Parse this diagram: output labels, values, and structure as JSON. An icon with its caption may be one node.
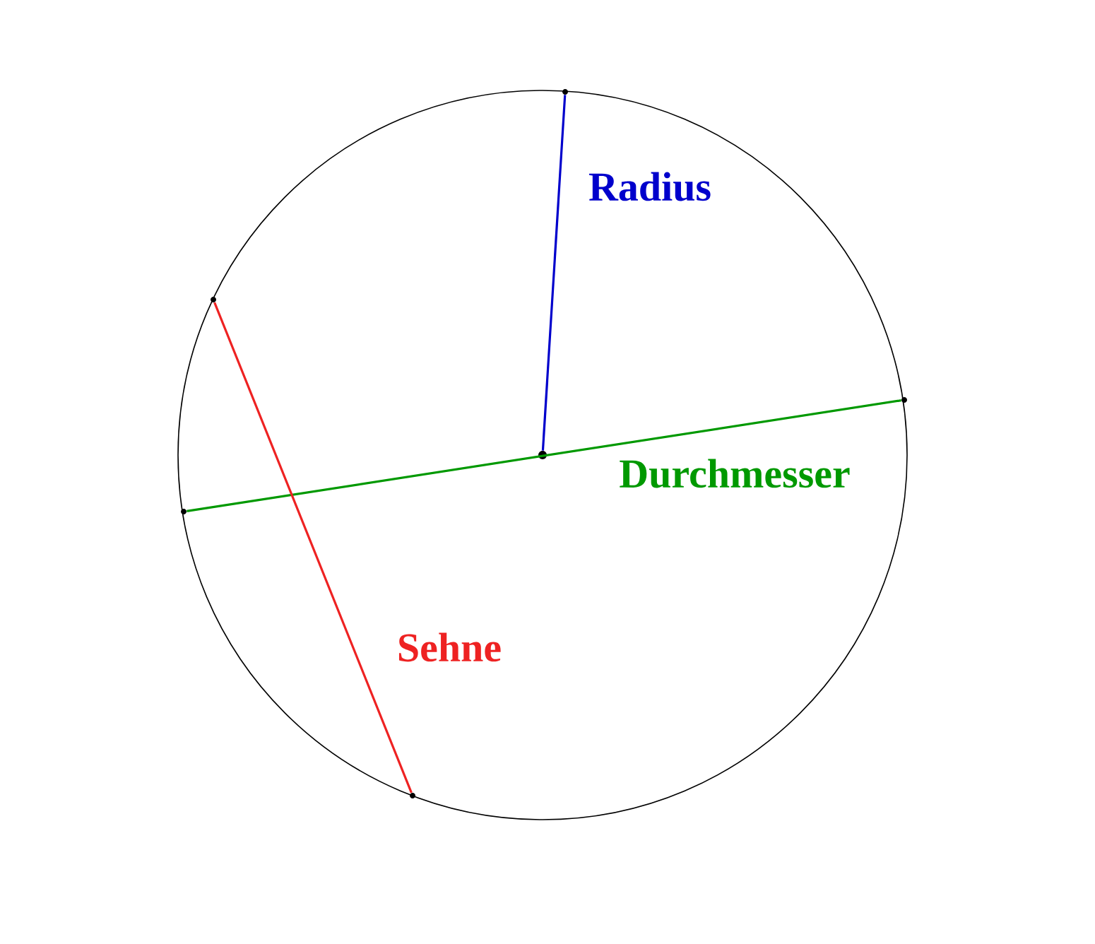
{
  "diagram": {
    "nodes": [
      {
        "text": [],
        "shape": "circle"
      },
      {
        "text": [],
        "shape": "circle"
      },
      {
        "text": [],
        "shape": "circle"
      },
      {
        "text": [],
        "shape": "circle"
      },
      {
        "text": [],
        "shape": "circle"
      },
      {
        "text": [],
        "shape": "circle"
      }
    ],
    "edges": [
      {
        "from": 3,
        "to": 0,
        "arrow": "none",
        "label": "Radius",
        "color": "#0000cc"
      },
      {
        "from": 4,
        "to": 2,
        "arrow": "none",
        "label": "Durchmesser",
        "color": "#009900"
      },
      {
        "from": 1,
        "to": 5,
        "arrow": "none",
        "label": "Sehne",
        "color": "#ee2222"
      }
    ]
  }
}
